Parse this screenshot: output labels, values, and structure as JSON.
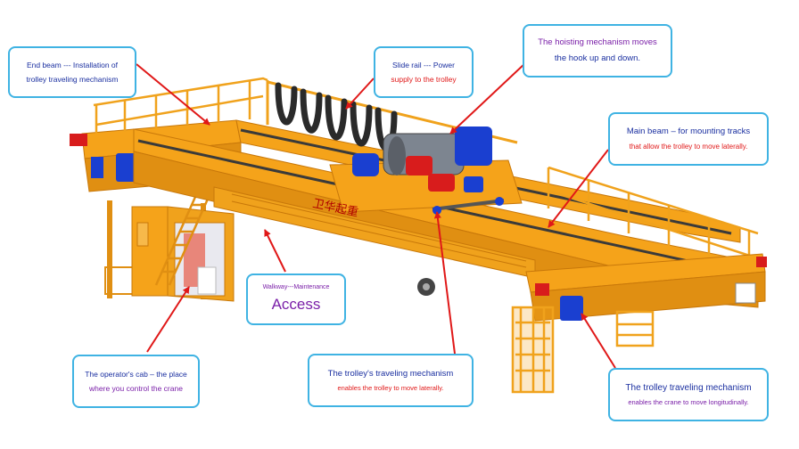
{
  "callouts": {
    "end_beam": {
      "line1": "End beam --- Installation of",
      "line2": "trolley traveling mechanism"
    },
    "slide_rail": {
      "line1": "Slide rail --- Power",
      "line2": "supply to the trolley"
    },
    "hoisting": {
      "line1": "The hoisting mechanism moves",
      "line2": "the hook up and down."
    },
    "main_beam": {
      "line1": "Main beam – for mounting tracks",
      "line2": "that allow the trolley to move laterally."
    },
    "walkway": {
      "line1": "Walkway---Maintenance",
      "line2": "Access"
    },
    "cab": {
      "line1": "The operator's cab – the place",
      "line2": "where you control the crane"
    },
    "trolley_travel": {
      "line1": "The trolley's traveling mechanism",
      "line2": "enables the trolley to move laterally."
    },
    "crane_travel": {
      "line1": "The trolley traveling mechanism",
      "line2": "enables the crane to move longitudinally."
    }
  },
  "logo_text": "卫华起重",
  "colors": {
    "structure": "#f5a31a",
    "structure_dark": "#c8780a",
    "rail": "#3a3a3a",
    "motor_blue": "#1a3fd0",
    "drum_red": "#d81c1c",
    "callout_border": "#3fb3e3",
    "arrow": "#e01818"
  }
}
